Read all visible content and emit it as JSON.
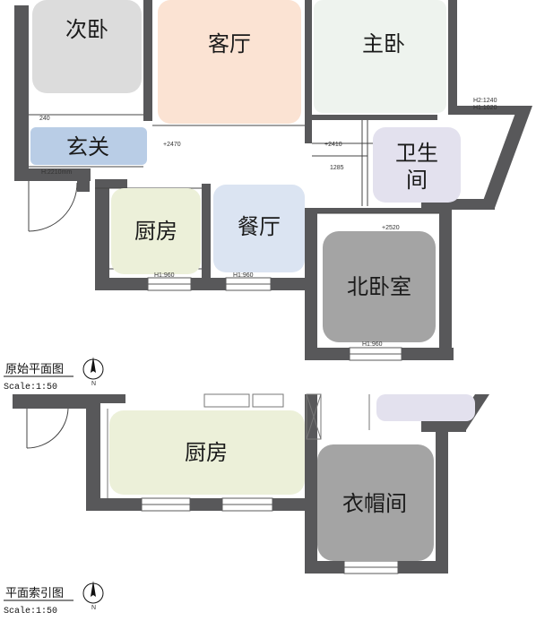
{
  "plan_top": {
    "caption": "原始平面图",
    "scale": "Scale:1:50",
    "north_letter": "N",
    "rooms": {
      "second_bedroom": "次卧",
      "living_room": "客厅",
      "master_bedroom": "主卧",
      "entrance": "玄关",
      "bathroom_line1": "卫生",
      "bathroom_line2": "间",
      "kitchen": "厨房",
      "dining_room": "餐厅",
      "north_bedroom": "北卧室"
    },
    "dimensions": {
      "d240": "240",
      "d2210": "H:2210mm",
      "d2470": "+2470",
      "d2410": "+2410",
      "d1285": "1285",
      "d2520": "+2520",
      "h2_1240": "H2:1240",
      "h1_1020": "H1:1020",
      "h1_960_a": "H1:960",
      "h1_960_b": "H1:960",
      "h1_960_c": "H1:960"
    }
  },
  "plan_bottom": {
    "caption": "平面索引图",
    "scale": "Scale:1:50",
    "north_letter": "N",
    "rooms": {
      "kitchen": "厨房",
      "cloakroom": "衣帽间"
    }
  },
  "colors": {
    "wall": "#58585a",
    "second_bedroom": "#dcdcdc",
    "living_room": "#fbe3d3",
    "master_bedroom": "#eef3ee",
    "entrance": "#b9cde6",
    "bathroom": "#e3e1ee",
    "kitchen": "#ecf0d9",
    "dining_room": "#dbe4f2",
    "north_bedroom": "#a4a4a4",
    "cloakroom": "#a4a4a4"
  }
}
